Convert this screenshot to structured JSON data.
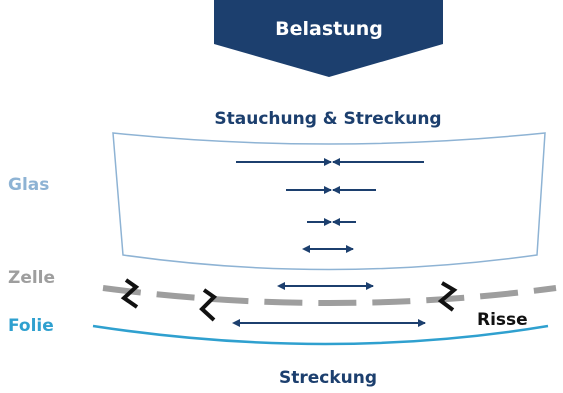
{
  "load": {
    "label": "Belastung"
  },
  "glass_caption": "Stauchung & Streckung",
  "bottom_caption": "Streckung",
  "layers": {
    "glass": "Glas",
    "cell": "Zelle",
    "foil": "Folie"
  },
  "cracks_label": "Risse",
  "colors": {
    "navy": "#1c3f6e",
    "light_blue": "#8eb3d4",
    "gray": "#9e9e9e",
    "cyan": "#2fa0cf",
    "black": "#111111"
  },
  "icons": [
    "down-arrow-icon",
    "compression-arrows-icon",
    "double-arrow-icon",
    "crack-icon"
  ]
}
